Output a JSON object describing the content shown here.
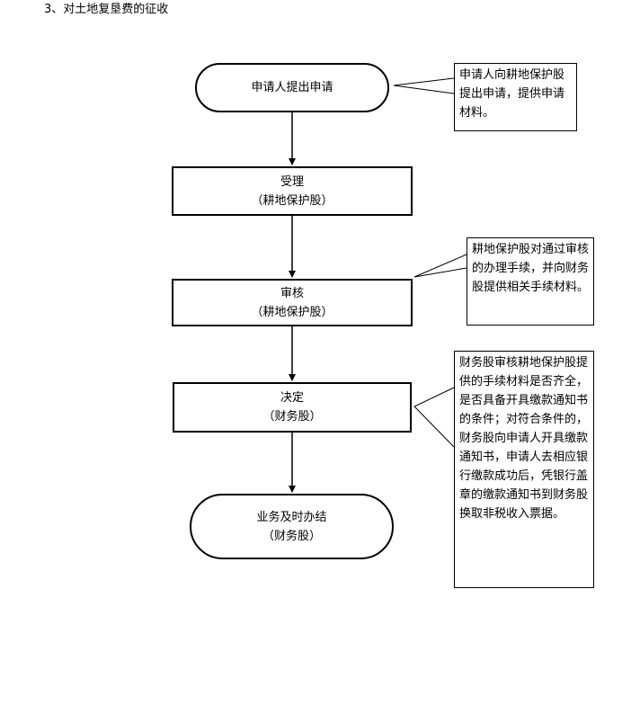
{
  "title": "3、对土地复垦费的征收",
  "nodes": [
    {
      "lines": [
        "申请人提出申请"
      ]
    },
    {
      "lines": [
        "受理",
        "（耕地保护股）"
      ]
    },
    {
      "lines": [
        "审核",
        "（耕地保护股）"
      ]
    },
    {
      "lines": [
        "决定",
        "（财务股）"
      ]
    },
    {
      "lines": [
        "业务及时办结",
        "（财务股）"
      ]
    }
  ],
  "notes": [
    "申请人向耕地保护股提出申请，提供申请材料。",
    "耕地保护股对通过审核的办理手续，并向财务股提供相关手续材料。",
    "财务股审核耕地保护股提供的手续材料是否齐全，是否具备开具缴款通知书的条件；对符合条件的，财务股向申请人开具缴款通知书，申请人去相应银行缴款成功后，凭银行盖章的缴款通知书到财务股换取非税收入票据。"
  ]
}
